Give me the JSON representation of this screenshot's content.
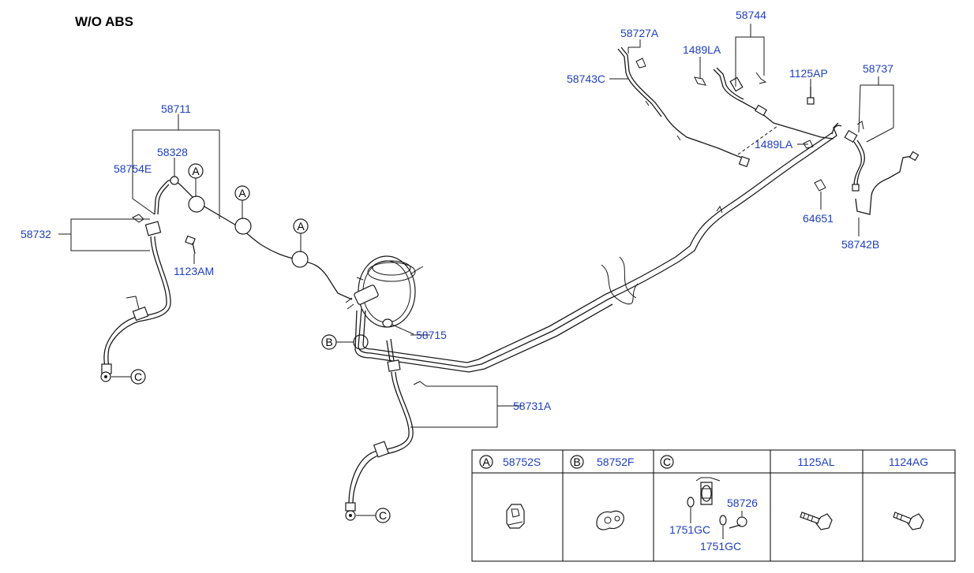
{
  "title": "W/O ABS",
  "label_color": "#1f3fbf",
  "labels": {
    "l58711": "58711",
    "l58328": "58328",
    "l58754E": "58754E",
    "l58732": "58732",
    "l1123AM": "1123AM",
    "l58715": "58715",
    "l58731A": "58731A",
    "l58727A": "58727A",
    "l58743C": "58743C",
    "l58744": "58744",
    "l1489LA_top": "1489LA",
    "l1489LA_mid": "1489LA",
    "l1125AP": "1125AP",
    "l58737": "58737",
    "l64651": "64651",
    "l58742B": "58742B"
  },
  "callouts": {
    "A": "A",
    "B": "B",
    "C": "C"
  },
  "parts_table": {
    "headers": [
      {
        "letter": "A",
        "part": "58752S"
      },
      {
        "letter": "B",
        "part": "58752F"
      },
      {
        "letter": "C",
        "part": ""
      },
      {
        "letter": "",
        "part": "1125AL"
      },
      {
        "letter": "",
        "part": "1124AG"
      }
    ],
    "c_labels": {
      "p58726": "58726",
      "p1751GC_a": "1751GC",
      "p1751GC_b": "1751GC"
    }
  }
}
